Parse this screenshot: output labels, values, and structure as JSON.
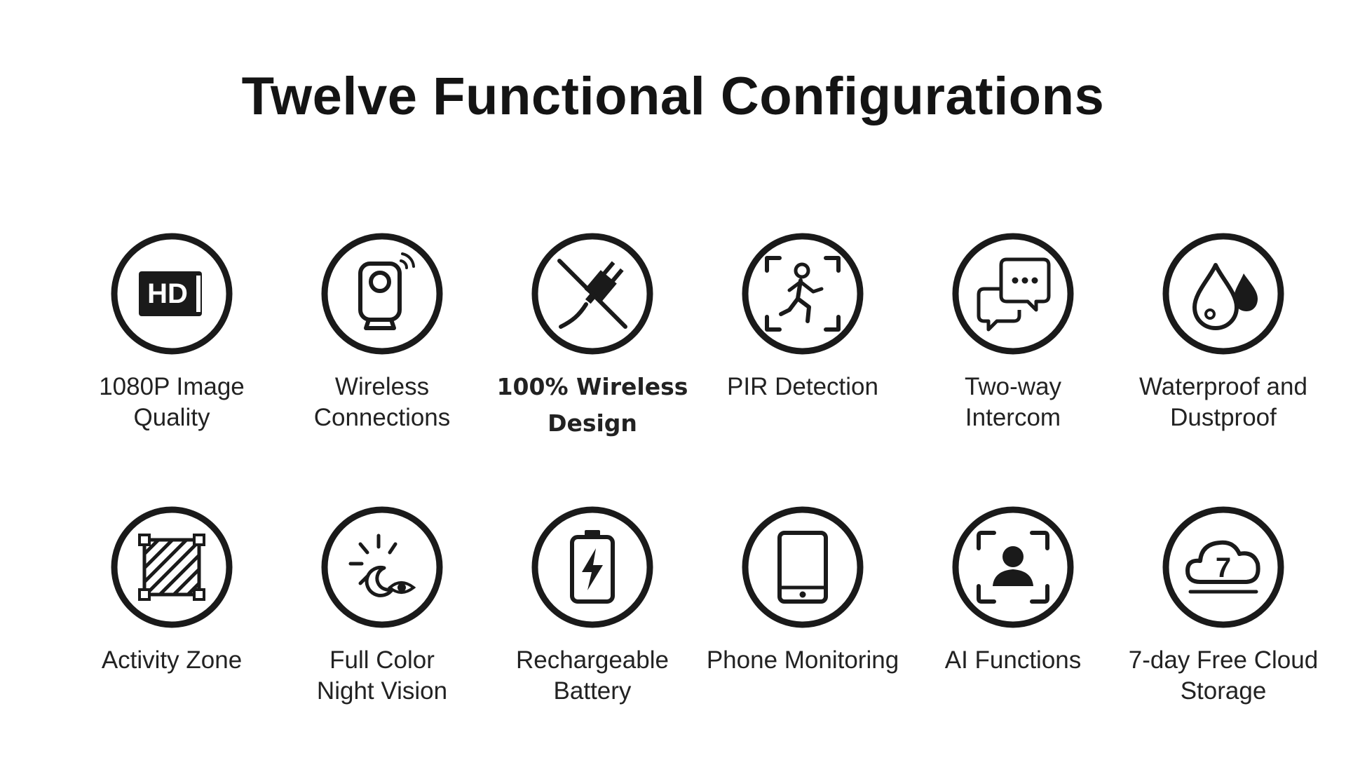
{
  "title": "Twelve Functional Configurations",
  "colors": {
    "stroke": "#1a1a1a",
    "background": "#ffffff"
  },
  "features": [
    {
      "label": "1080P Image\nQuality",
      "icon": "hd-icon"
    },
    {
      "label": "Wireless\nConnections",
      "icon": "camera-wifi-icon"
    },
    {
      "label": "100% Wireless\nDesign",
      "icon": "no-plug-icon"
    },
    {
      "label": "PIR Detection",
      "icon": "motion-person-icon"
    },
    {
      "label": "Two-way\nIntercom",
      "icon": "chat-bubbles-icon"
    },
    {
      "label": "Waterproof and\nDustproof",
      "icon": "water-drop-icon"
    },
    {
      "label": "Activity Zone",
      "icon": "zone-square-icon"
    },
    {
      "label": "Full Color\nNight Vision",
      "icon": "night-vision-icon"
    },
    {
      "label": "Rechargeable\nBattery",
      "icon": "battery-icon"
    },
    {
      "label": "Phone Monitoring",
      "icon": "phone-icon"
    },
    {
      "label": "AI Functions",
      "icon": "face-scan-icon"
    },
    {
      "label": "7-day Free Cloud\nStorage",
      "icon": "cloud-7-icon",
      "icon_text": "7"
    }
  ]
}
